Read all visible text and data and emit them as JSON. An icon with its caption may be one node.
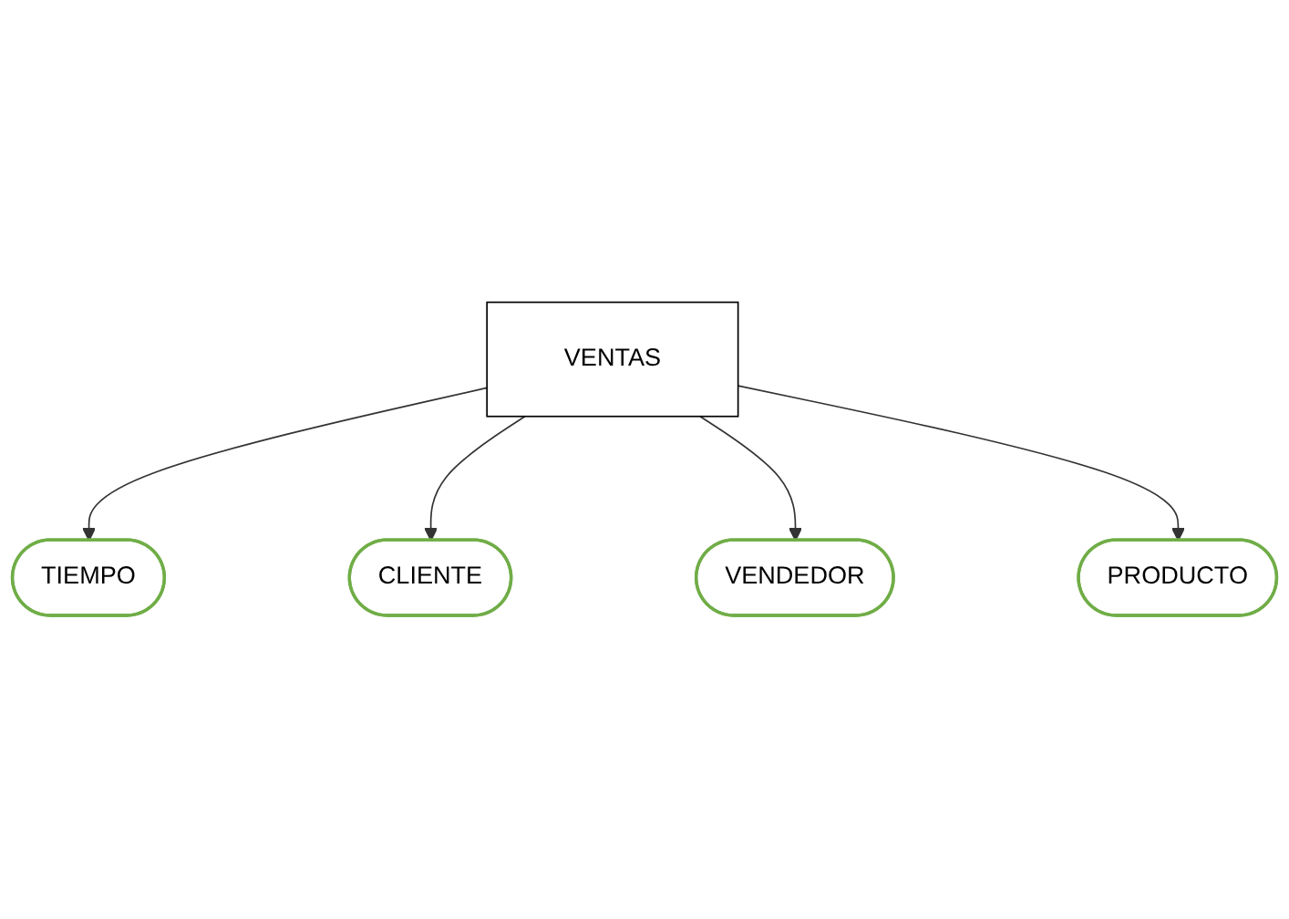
{
  "diagram": {
    "nodes": [
      {
        "text": [
          "TIEMPO"
        ]
      },
      {
        "text": [
          "CLIENTE"
        ]
      },
      {
        "text": [
          "VENTAS"
        ]
      },
      {
        "text": [
          "VENDEDOR"
        ]
      },
      {
        "text": [
          "PRODUCTO"
        ]
      }
    ],
    "edges": [
      {
        "from": 2,
        "to": 0,
        "arrow": "to"
      },
      {
        "from": 2,
        "to": 1,
        "arrow": "to"
      },
      {
        "from": 2,
        "to": 3,
        "arrow": "to"
      },
      {
        "from": 2,
        "to": 4,
        "arrow": "to"
      }
    ]
  }
}
